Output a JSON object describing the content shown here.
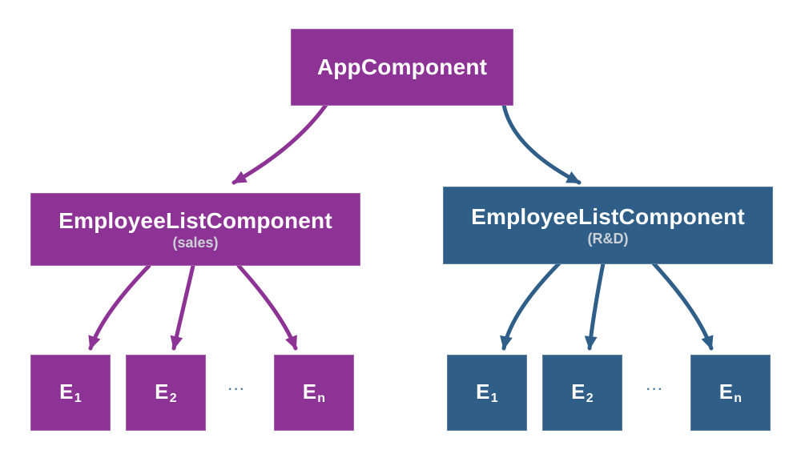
{
  "colors": {
    "purple": "#8e3396",
    "blue": "#2f5f88",
    "subtitle": "#ccd1d6",
    "node_text": "#ffffff",
    "ellipsis": "#4878a8",
    "background": "#ffffff"
  },
  "root": {
    "label": "AppComponent"
  },
  "groups": [
    {
      "name": "sales",
      "title": "EmployeeListComponent",
      "subtitle": "(sales)",
      "leaves": [
        {
          "base": "E",
          "sub": "1"
        },
        {
          "base": "E",
          "sub": "2"
        },
        {
          "base": "E",
          "sub": "n"
        }
      ],
      "ellipsis": "···"
    },
    {
      "name": "rnd",
      "title": "EmployeeListComponent",
      "subtitle": "(R&D)",
      "leaves": [
        {
          "base": "E",
          "sub": "1"
        },
        {
          "base": "E",
          "sub": "2"
        },
        {
          "base": "E",
          "sub": "n"
        }
      ],
      "ellipsis": "···"
    }
  ]
}
